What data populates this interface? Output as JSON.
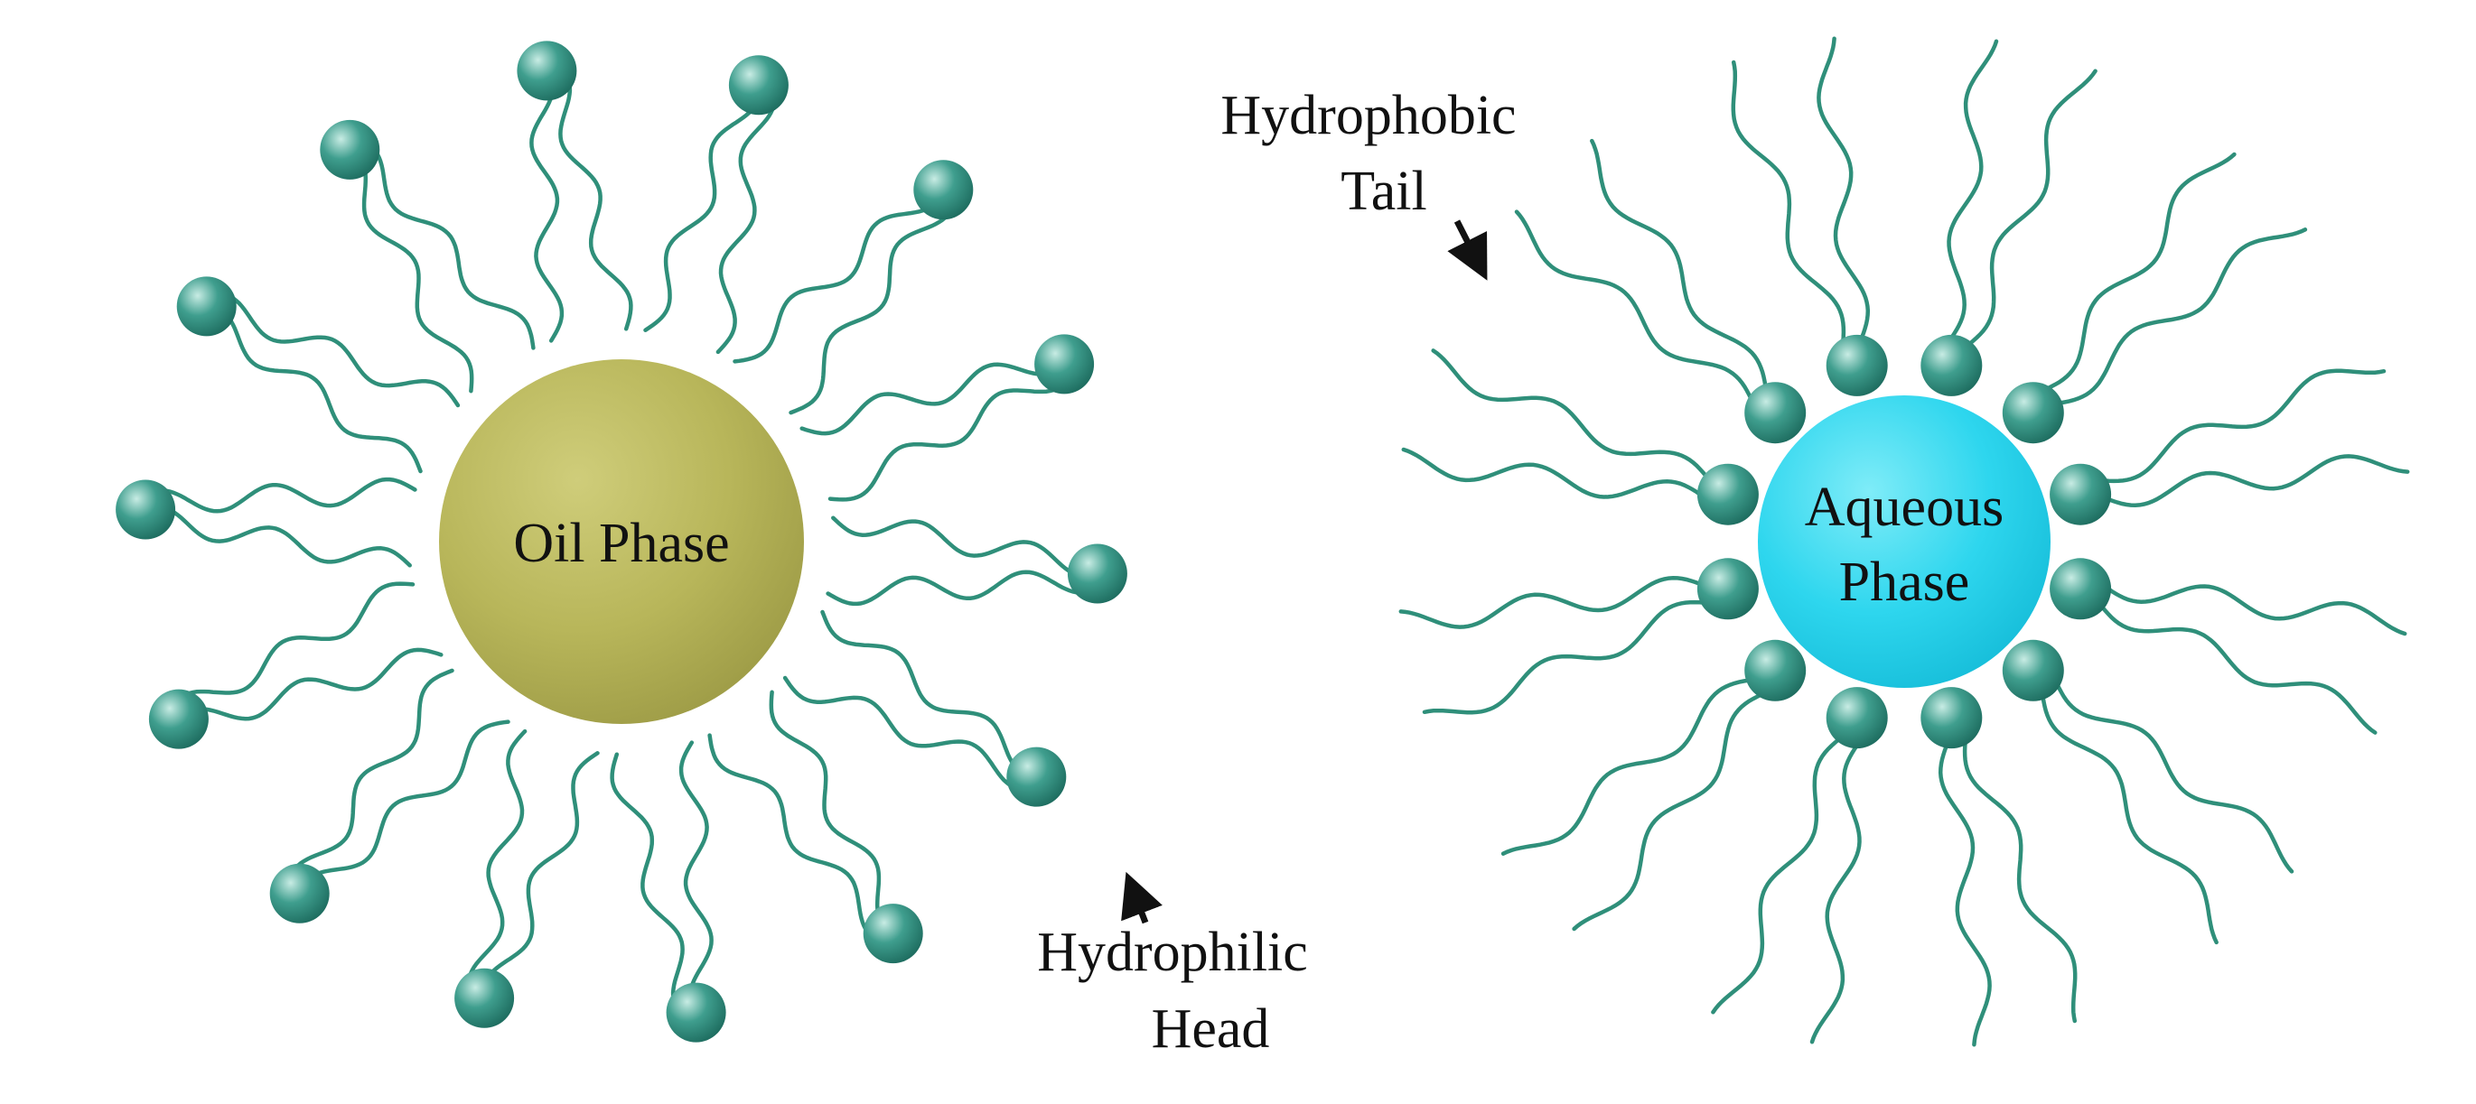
{
  "left_panel": {
    "droplet_label": "Oil Phase",
    "droplet_color": "#b8b65a",
    "surfactant_orientation": "tails toward droplet, heads outward",
    "surfactant_count": 14,
    "annotation": {
      "line1": "Hydrophilic",
      "line2": "Head"
    }
  },
  "right_panel": {
    "droplet_label_line1": "Aqueous",
    "droplet_label_line2": "Phase",
    "droplet_color": "#2ed6ee",
    "surfactant_orientation": "heads toward droplet, tails outward",
    "surfactant_count": 12,
    "annotation": {
      "line1": "Hydrophobic",
      "line2": "Tail"
    }
  },
  "colors": {
    "tail": "#2f8f7a",
    "head": "#3f9e8e",
    "arrow": "#111111",
    "text": "#111111"
  }
}
